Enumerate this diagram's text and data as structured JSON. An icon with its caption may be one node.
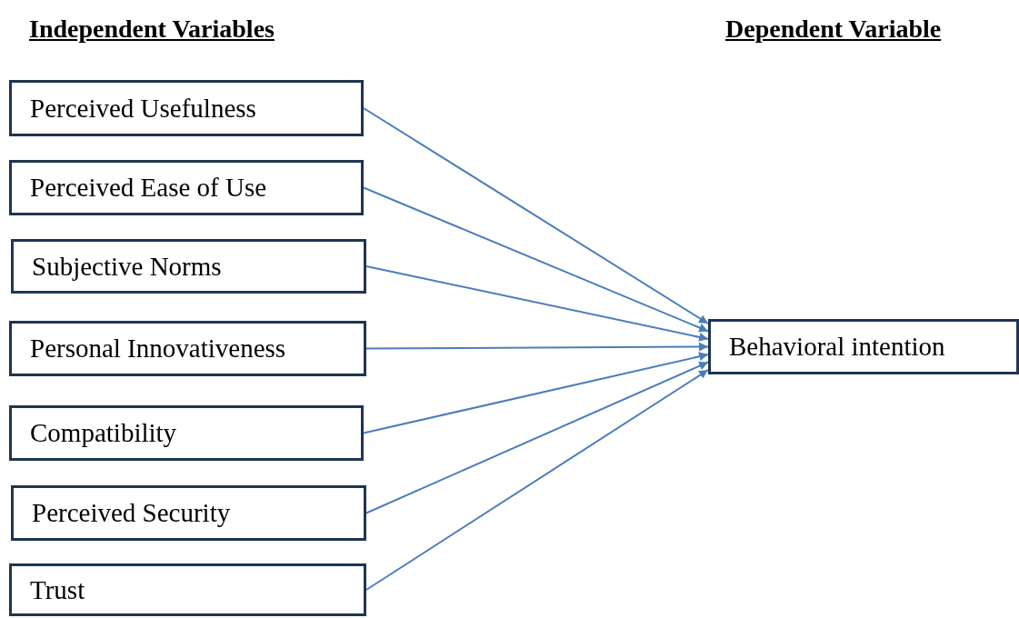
{
  "diagram": {
    "nodes": [
      {
        "text": [
          "Perceived Usefulness"
        ]
      },
      {
        "text": [
          "Perceived Ease of Use"
        ]
      },
      {
        "text": [
          "Subjective Norms"
        ]
      },
      {
        "text": [
          "Personal Innovativeness"
        ]
      },
      {
        "text": [
          "Compatibility"
        ]
      },
      {
        "text": [
          "Perceived Security"
        ]
      },
      {
        "text": [
          "Trust"
        ]
      },
      {
        "text": [
          "Behavioral intention"
        ]
      }
    ],
    "edges": [
      {
        "from": 0,
        "to": 7,
        "arrow": "to"
      },
      {
        "from": 1,
        "to": 7,
        "arrow": "to"
      },
      {
        "from": 2,
        "to": 7,
        "arrow": "to"
      },
      {
        "from": 3,
        "to": 7,
        "arrow": "to"
      },
      {
        "from": 4,
        "to": 7,
        "arrow": "to"
      },
      {
        "from": 5,
        "to": 7,
        "arrow": "to"
      },
      {
        "from": 6,
        "to": 7,
        "arrow": "to"
      }
    ],
    "labels": [
      "Independent Variables",
      "Dependent Variable"
    ]
  }
}
